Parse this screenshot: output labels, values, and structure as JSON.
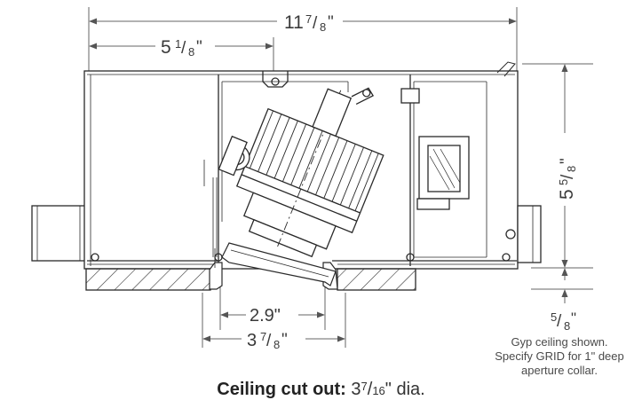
{
  "dimensions": {
    "overall_width": {
      "whole": "11",
      "num": "7",
      "den": "8",
      "mark": "\""
    },
    "half_width": {
      "whole": "5",
      "num": "1",
      "den": "8",
      "mark": "\""
    },
    "height": {
      "whole": "5",
      "num": "5",
      "den": "8",
      "mark": "\""
    },
    "aperture": {
      "text": "2.9\""
    },
    "trim_width": {
      "whole": "3",
      "num": "7",
      "den": "8",
      "mark": "\""
    },
    "ceiling_thickness": {
      "num": "5",
      "den": "8",
      "mark": "\""
    }
  },
  "notes": {
    "gyp_line1": "Gyp ceiling shown.",
    "gyp_line2": "Specify GRID for 1\" deep",
    "gyp_line3": "aperture collar."
  },
  "caption": {
    "label": "Ceiling cut out:",
    "whole": "3",
    "num": "7",
    "den": "16",
    "suffix": "\" dia."
  },
  "colors": {
    "line": "#2a2a2a",
    "dim": "#555555",
    "text": "#3a3a3a"
  }
}
